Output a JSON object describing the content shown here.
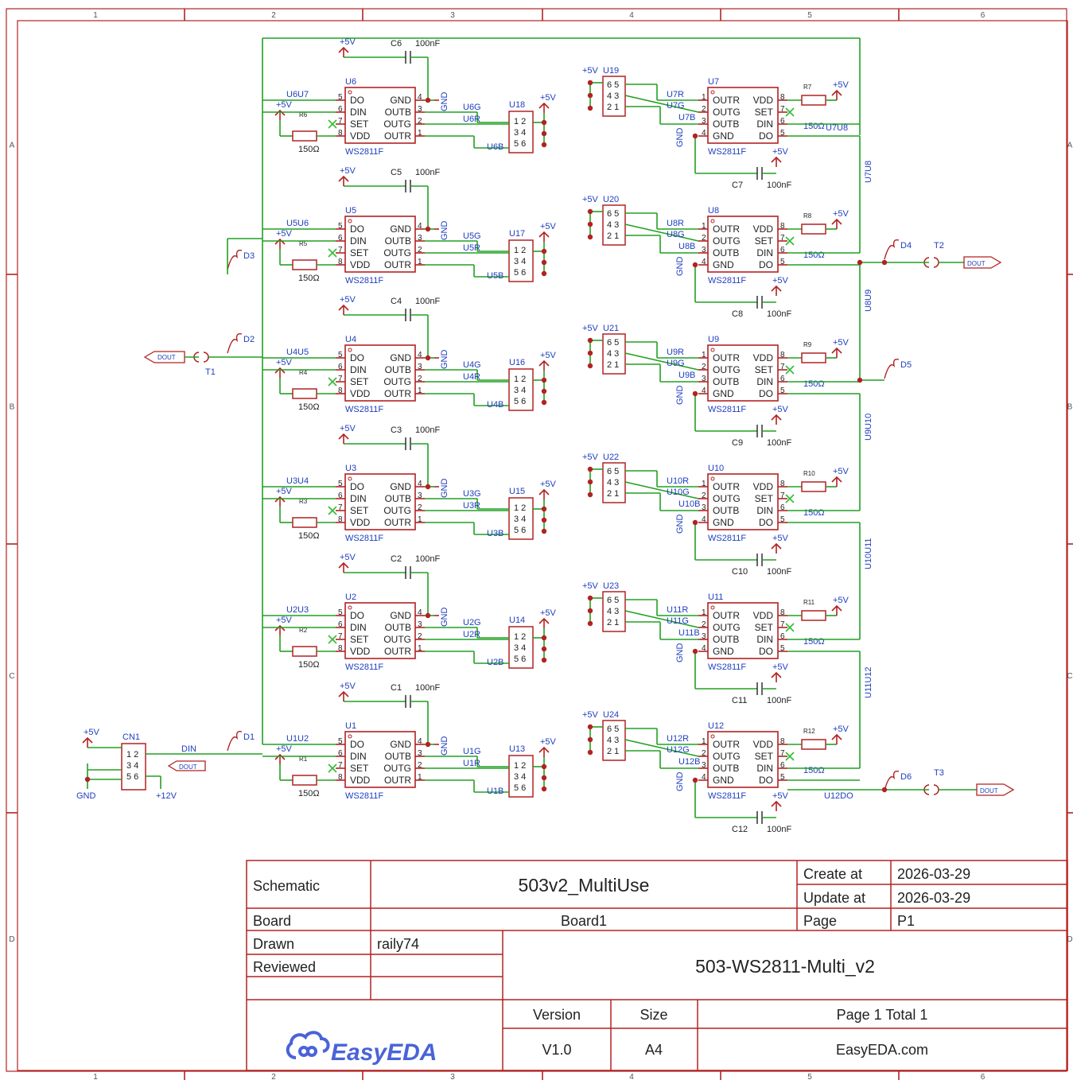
{
  "colors": {
    "border": "#b22222",
    "wire": "#22a022",
    "netlabel": "#1f3fbf",
    "part": "#b22222",
    "text": "#222222",
    "logo": "#4a63d8"
  },
  "frame": {
    "columns": [
      "1",
      "2",
      "3",
      "4",
      "5",
      "6"
    ],
    "rows": [
      "A",
      "B",
      "C",
      "D"
    ]
  },
  "left_chain": [
    {
      "ref": "U6",
      "res": "R6",
      "res_val": "150Ω",
      "cap": "C6",
      "cap_val": "100nF",
      "part": "WS2811F",
      "conn": "U18",
      "net_out": "U6U7",
      "g_net": "U6G",
      "r_net": "U6R",
      "b_net": "U6B"
    },
    {
      "ref": "U5",
      "res": "R5",
      "res_val": "150Ω",
      "cap": "C5",
      "cap_val": "100nF",
      "part": "WS2811F",
      "conn": "U17",
      "net_out": "U5U6",
      "g_net": "U5G",
      "r_net": "U5R",
      "b_net": "U5B"
    },
    {
      "ref": "U4",
      "res": "R4",
      "res_val": "150Ω",
      "cap": "C4",
      "cap_val": "100nF",
      "part": "WS2811F",
      "conn": "U16",
      "net_out": "U4U5",
      "g_net": "U4G",
      "r_net": "U4R",
      "b_net": "U4B"
    },
    {
      "ref": "U3",
      "res": "R3",
      "res_val": "150Ω",
      "cap": "C3",
      "cap_val": "100nF",
      "part": "WS2811F",
      "conn": "U15",
      "net_out": "U3U4",
      "g_net": "U3G",
      "r_net": "U3R",
      "b_net": "U3B"
    },
    {
      "ref": "U2",
      "res": "R2",
      "res_val": "150Ω",
      "cap": "C2",
      "cap_val": "100nF",
      "part": "WS2811F",
      "conn": "U14",
      "net_out": "U2U3",
      "g_net": "U2G",
      "r_net": "U2R",
      "b_net": "U2B"
    },
    {
      "ref": "U1",
      "res": "R1",
      "res_val": "150Ω",
      "cap": "C1",
      "cap_val": "100nF",
      "part": "WS2811F",
      "conn": "U13",
      "net_out": "U1U2",
      "g_net": "U1G",
      "r_net": "U1R",
      "b_net": "U1B"
    }
  ],
  "right_chain": [
    {
      "ref": "U7",
      "res": "R7",
      "res_val": "150Ω",
      "cap": "C7",
      "cap_val": "100nF",
      "part": "WS2811F",
      "conn": "U19",
      "net_out": "U7U8",
      "r_net": "U7R",
      "g_net": "U7G",
      "b_net": "U7B"
    },
    {
      "ref": "U8",
      "res": "R8",
      "res_val": "150Ω",
      "cap": "C8",
      "cap_val": "100nF",
      "part": "WS2811F",
      "conn": "U20",
      "net_out": "U8U9",
      "r_net": "U8R",
      "g_net": "U8G",
      "b_net": "U8B"
    },
    {
      "ref": "U9",
      "res": "R9",
      "res_val": "150Ω",
      "cap": "C9",
      "cap_val": "100nF",
      "part": "WS2811F",
      "conn": "U21",
      "net_out": "U9U10",
      "r_net": "U9R",
      "g_net": "U9G",
      "b_net": "U9B"
    },
    {
      "ref": "U10",
      "res": "R10",
      "res_val": "150Ω",
      "cap": "C10",
      "cap_val": "100nF",
      "part": "WS2811F",
      "conn": "U22",
      "net_out": "U10U11",
      "r_net": "U10R",
      "g_net": "U10G",
      "b_net": "U10B"
    },
    {
      "ref": "U11",
      "res": "R11",
      "res_val": "150Ω",
      "cap": "C11",
      "cap_val": "100nF",
      "part": "WS2811F",
      "conn": "U23",
      "net_out": "U11U12",
      "r_net": "U11R",
      "g_net": "U11G",
      "b_net": "U11B"
    },
    {
      "ref": "U12",
      "res": "R12",
      "res_val": "150Ω",
      "cap": "C12",
      "cap_val": "100nF",
      "part": "WS2811F",
      "conn": "U24",
      "net_out": "U12DO",
      "r_net": "U12R",
      "g_net": "U12G",
      "b_net": "U12B"
    }
  ],
  "pins": {
    "left": [
      "DO",
      "DIN",
      "SET",
      "VDD"
    ],
    "left_nums": [
      "5",
      "6",
      "7",
      "8"
    ],
    "right": [
      "GND",
      "OUTB",
      "OUTG",
      "OUTR"
    ],
    "right_nums": [
      "4",
      "3",
      "2",
      "1"
    ],
    "r_left": [
      "OUTR",
      "OUTG",
      "OUTB",
      "GND"
    ],
    "r_left_nums": [
      "1",
      "2",
      "3",
      "4"
    ],
    "r_right": [
      "VDD",
      "SET",
      "DIN",
      "DO"
    ],
    "r_right_nums": [
      "8",
      "7",
      "6",
      "5"
    ],
    "hdr_a": [
      "1 2",
      "3 4",
      "5 6"
    ],
    "hdr_b": [
      "6 5",
      "4 3",
      "2 1"
    ]
  },
  "labels": {
    "vcc": "+5V",
    "gnd": "GND",
    "v12": "+12V",
    "din": "DIN",
    "dout": "DOUT",
    "cn1": "CN1",
    "diodes": [
      "D1",
      "D2",
      "D3",
      "D4",
      "D5",
      "D6"
    ],
    "tps": [
      "T1",
      "T2",
      "T3"
    ]
  },
  "title_block": {
    "schematic_label": "Schematic",
    "schematic_name": "503v2_MultiUse",
    "create_label": "Create at",
    "create_date": "2026-03-29",
    "update_label": "Update at",
    "update_date": "2026-03-29",
    "board_label": "Board",
    "board_name": "Board1",
    "page_label": "Page",
    "page_name": "P1",
    "drawn_label": "Drawn",
    "drawn_by": "raily74",
    "reviewed_label": "Reviewed",
    "project_name": "503-WS2811-Multi_v2",
    "version_label": "Version",
    "size_label": "Size",
    "page_total": "Page  1  Total  1",
    "version": "V1.0",
    "size": "A4",
    "site": "EasyEDA.com",
    "logo_text": "EasyEDA"
  }
}
